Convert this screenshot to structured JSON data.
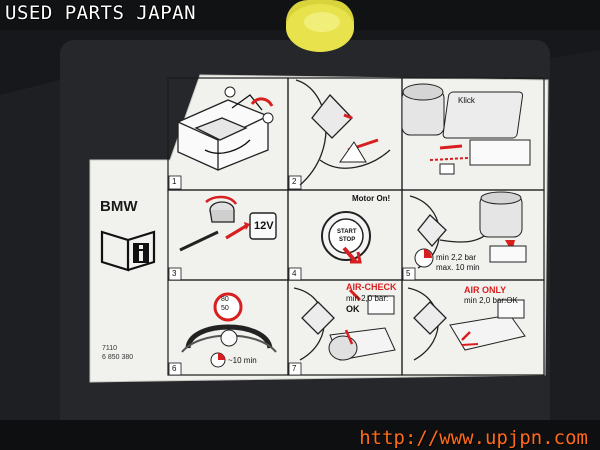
{
  "watermark": {
    "top": "USED PARTS JAPAN",
    "bottom": "http://www.upjpn.com"
  },
  "label": {
    "brand": "BMW",
    "part_code_1": "7110",
    "part_code_2": "6 850 380",
    "panels": [
      {
        "number": "1"
      },
      {
        "number": "2",
        "badge": "Klick"
      },
      {
        "number": "3",
        "voltage": "12V"
      },
      {
        "number": "4",
        "caption": "Motor On!",
        "button_line1": "START",
        "button_line2": "STOP"
      },
      {
        "number": "5",
        "line1": "min 2,2 bar",
        "line2": "max. 10 min"
      },
      {
        "number": "6",
        "speed_top": "80",
        "speed_bottom": "50",
        "time": "~10 min"
      },
      {
        "number": "7",
        "title": "AIR-CHECK",
        "line1": "min 2,0 bar:",
        "line2": "OK"
      },
      {
        "title": "AIR ONLY",
        "line1": "min 2,0 bar:OK"
      }
    ]
  },
  "colors": {
    "sticker": "#f1f1ee",
    "cap": "#e6e04a",
    "accent_red": "#d81f1f",
    "watermark": "#ff6a1a"
  }
}
